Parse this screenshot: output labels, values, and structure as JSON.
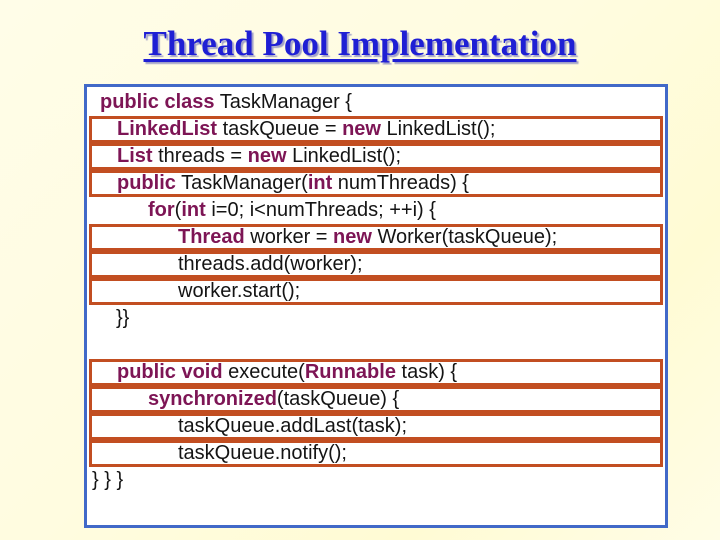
{
  "slide": {
    "title": "Thread Pool Implementation",
    "colors": {
      "background": "#FFFCE0",
      "title_blue": "#1F1FD4",
      "box_border_blue": "#4169C8",
      "highlight_border_red": "#C24E21",
      "keyword_purple": "#7D1555",
      "code_text": "#141414",
      "code_bg": "#FFFFFF"
    }
  },
  "code": {
    "language": "java",
    "lines": [
      {
        "boxed": false,
        "indent": 8,
        "segments": [
          {
            "kw": true,
            "text": "public class"
          },
          {
            "kw": false,
            "text": " TaskManager {"
          }
        ]
      },
      {
        "boxed": true,
        "indent": 25,
        "segments": [
          {
            "kw": true,
            "text": "LinkedList"
          },
          {
            "kw": false,
            "text": " taskQueue = "
          },
          {
            "kw": true,
            "text": "new"
          },
          {
            "kw": false,
            "text": " LinkedList();"
          }
        ]
      },
      {
        "boxed": true,
        "indent": 25,
        "segments": [
          {
            "kw": true,
            "text": "List"
          },
          {
            "kw": false,
            "text": " threads = "
          },
          {
            "kw": true,
            "text": "new"
          },
          {
            "kw": false,
            "text": " LinkedList();"
          }
        ]
      },
      {
        "boxed": true,
        "indent": 25,
        "segments": [
          {
            "kw": true,
            "text": "public"
          },
          {
            "kw": false,
            "text": " TaskManager("
          },
          {
            "kw": true,
            "text": "int"
          },
          {
            "kw": false,
            "text": " numThreads) {"
          }
        ]
      },
      {
        "boxed": false,
        "indent": 56,
        "segments": [
          {
            "kw": true,
            "text": "for"
          },
          {
            "kw": false,
            "text": "("
          },
          {
            "kw": true,
            "text": "int"
          },
          {
            "kw": false,
            "text": " i=0; i<numThreads; ++i) {"
          }
        ]
      },
      {
        "boxed": true,
        "indent": 86,
        "segments": [
          {
            "kw": true,
            "text": "Thread"
          },
          {
            "kw": false,
            "text": " worker = "
          },
          {
            "kw": true,
            "text": "new"
          },
          {
            "kw": false,
            "text": " Worker(taskQueue);"
          }
        ]
      },
      {
        "boxed": true,
        "indent": 86,
        "segments": [
          {
            "kw": false,
            "text": "threads.add(worker);"
          }
        ]
      },
      {
        "boxed": true,
        "indent": 86,
        "segments": [
          {
            "kw": false,
            "text": "worker.start();"
          }
        ]
      },
      {
        "boxed": false,
        "indent": 24,
        "segments": [
          {
            "kw": false,
            "text": "}}"
          }
        ]
      },
      {
        "boxed": false,
        "indent": 0,
        "segments": []
      },
      {
        "boxed": true,
        "indent": 25,
        "segments": [
          {
            "kw": true,
            "text": "public void"
          },
          {
            "kw": false,
            "text": " execute("
          },
          {
            "kw": true,
            "text": "Runnable"
          },
          {
            "kw": false,
            "text": " task) {"
          }
        ]
      },
      {
        "boxed": true,
        "indent": 56,
        "segments": [
          {
            "kw": true,
            "text": "synchronized"
          },
          {
            "kw": false,
            "text": "(taskQueue) {"
          }
        ]
      },
      {
        "boxed": true,
        "indent": 86,
        "segments": [
          {
            "kw": false,
            "text": "taskQueue.addLast(task);"
          }
        ]
      },
      {
        "boxed": true,
        "indent": 86,
        "segments": [
          {
            "kw": false,
            "text": "taskQueue.notify();"
          }
        ]
      },
      {
        "boxed": false,
        "indent": 0,
        "segments": [
          {
            "kw": false,
            "text": "} } }"
          }
        ]
      }
    ]
  }
}
